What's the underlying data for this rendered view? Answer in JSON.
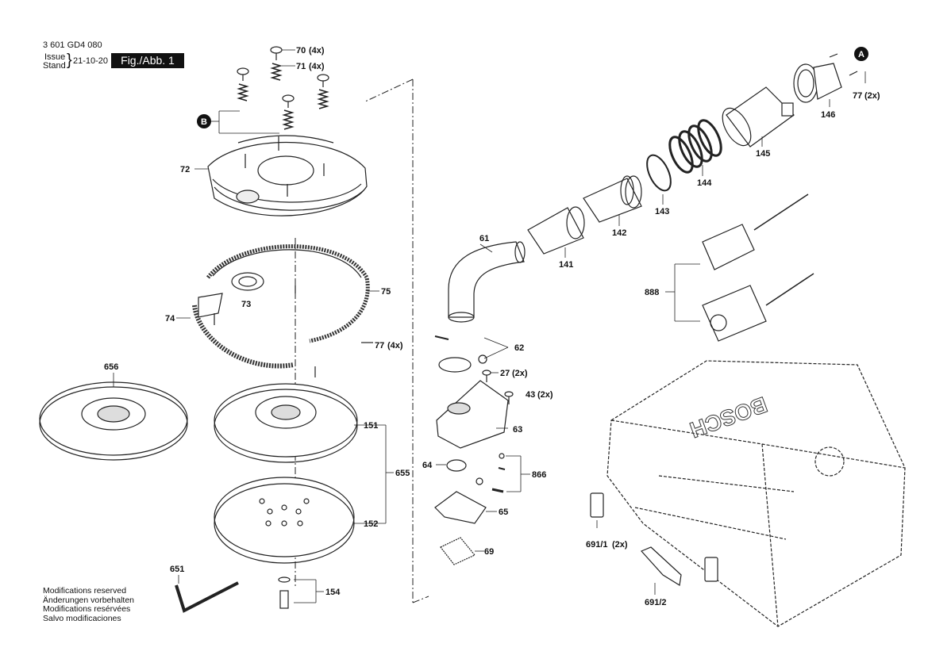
{
  "header": {
    "part_number": "3 601 GD4 080",
    "issue_label": "Issue",
    "stand_label": "Stand",
    "issue_date": "21-10-20",
    "figure_label": "Fig./Abb. 1"
  },
  "notes": [
    "Modifications reserved",
    "Änderungen vorbehalten",
    "Modifications resérvées",
    "Salvo modificaciones"
  ],
  "callouts": {
    "A": "A",
    "B": "B"
  },
  "parts": {
    "p70": "70",
    "q70": "(4x)",
    "p71": "71",
    "q71": "(4x)",
    "p72": "72",
    "p73": "73",
    "p74": "74",
    "p75": "75",
    "p77a": "77",
    "q77a": "(4x)",
    "p77b": "77",
    "q77b": "(2x)",
    "p656": "656",
    "p151": "151",
    "p152": "152",
    "p655": "655",
    "p651": "651",
    "p154": "154",
    "p61": "61",
    "p62": "62",
    "p27": "27",
    "q27": "(2x)",
    "p43": "43",
    "q43": "(2x)",
    "p63": "63",
    "p64": "64",
    "p866": "866",
    "p65": "65",
    "p69": "69",
    "p141": "141",
    "p142": "142",
    "p143": "143",
    "p144": "144",
    "p145": "145",
    "p146": "146",
    "p888": "888",
    "p6911": "691/1",
    "q6911": "(2x)",
    "p6912": "691/2"
  },
  "case_brand": "BOSCH"
}
